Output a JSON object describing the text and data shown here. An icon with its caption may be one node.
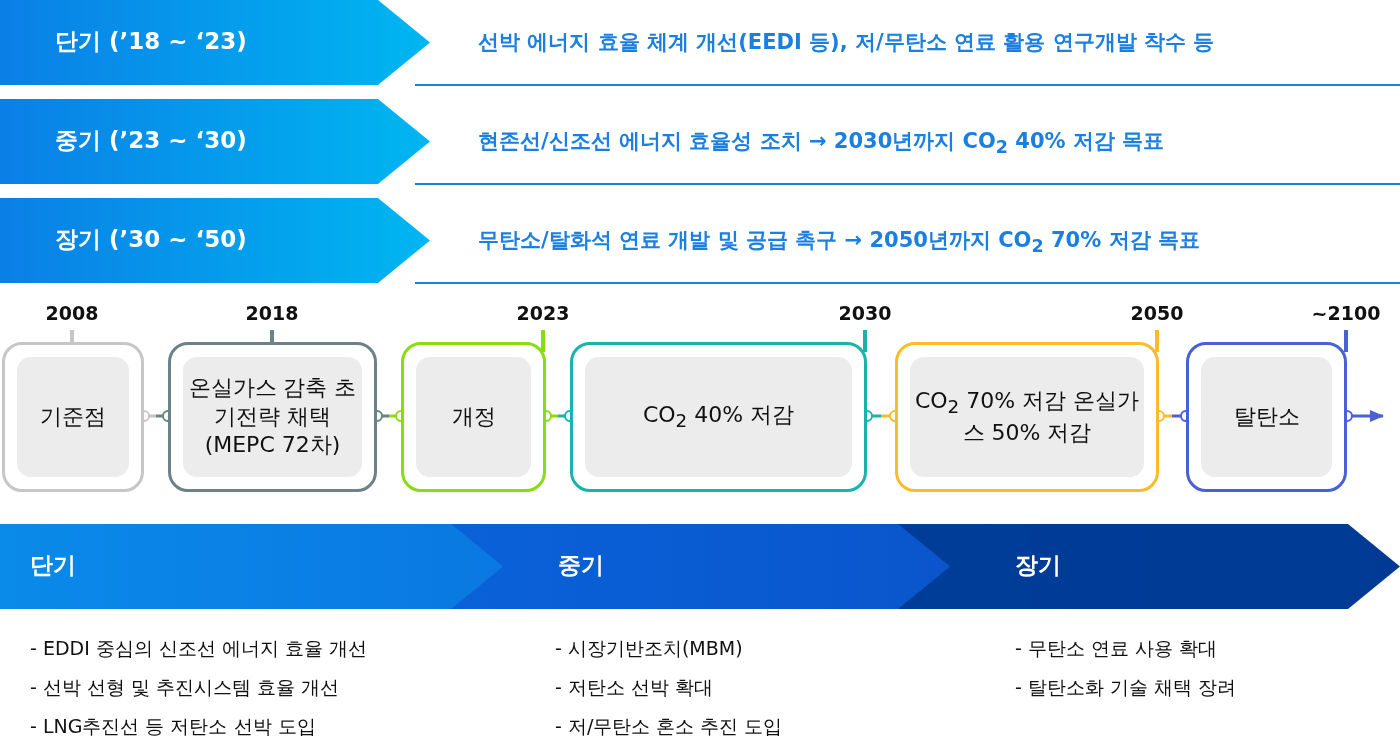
{
  "diagram": {
    "nodes": [
      {
        "text": [
          "단기 (’18 ~ ‘23)"
        ],
        "beside": [
          "선박 에너지 효율 체계 개선(EEDI 등), 저/무탄소 연료 활용 연구개발 착수 등"
        ]
      },
      {
        "text": [
          "중기 (’23 ~ ‘30)"
        ],
        "beside": [
          "현존선/신조선 에너지 효율성 조치 → 2030년까지 CO$_{2}$ 40% 저감 목표"
        ]
      },
      {
        "text": [
          "장기 (’30 ~ ‘50)"
        ],
        "beside": [
          "무탄소/탈화석 연료 개발 및 공급 촉구 → 2050년까지 CO$_{2}$ 70% 저감 목표"
        ]
      },
      {
        "text": [
          "기준점"
        ],
        "beside": [
          "2008"
        ]
      },
      {
        "text": [
          "온실가스 감축 초기전략 채택 (MEPC 72차)"
        ],
        "beside": [
          "2018"
        ]
      },
      {
        "text": [
          "개정"
        ],
        "beside": [
          "2023"
        ]
      },
      {
        "text": [
          "CO$_{2}$ 40% 저감"
        ],
        "beside": [
          "2030"
        ]
      },
      {
        "text": [
          "CO$_{2}$ 70% 저감 온실가스 50% 저감"
        ],
        "beside": [
          "2050"
        ]
      },
      {
        "text": [
          "탈탄소"
        ],
        "beside": [
          "~2100"
        ]
      },
      {
        "text": [
          "단기"
        ],
        "beside": [
          "- EDDI 중심의 신조선 에너지 효율 개선",
          "- 선박 선형 및 추진시스템 효율 개선",
          "- LNG추진선 등 저탄소 선박 도입"
        ]
      },
      {
        "text": [
          "중기"
        ],
        "beside": [
          "- 시장기반조치(MBM)",
          "- 저탄소 선박 확대",
          "- 저/무탄소 혼소 추진 도입"
        ]
      },
      {
        "text": [
          "장기"
        ],
        "beside": [
          "- 무탄소 연료 사용 확대",
          "- 탈탄소화 기술 채택 장려"
        ]
      }
    ],
    "edges": [
      {
        "from": 3,
        "to": 4,
        "arrow": "other"
      },
      {
        "from": 4,
        "to": 5,
        "arrow": "other"
      },
      {
        "from": 5,
        "to": 6,
        "arrow": "other"
      },
      {
        "from": 6,
        "to": 7,
        "arrow": "other"
      },
      {
        "from": 7,
        "to": 8,
        "arrow": "other"
      },
      {
        "from": 8,
        "to": null,
        "arrow": "to"
      }
    ]
  }
}
